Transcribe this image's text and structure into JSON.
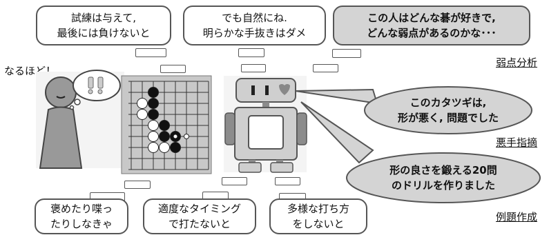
{
  "top_bubbles": [
    {
      "lines": [
        "試練は与えて,",
        "最後には負けないと"
      ]
    },
    {
      "lines": [
        "でも自然にね.",
        "明らかな手抜きはダメ"
      ]
    },
    {
      "lines": [
        "この人はどんな碁が好きで,",
        "どんな弱点があるのかな･･･"
      ]
    }
  ],
  "bottom_bubbles": [
    {
      "lines": [
        "褒めたり喋っ",
        "たりしなきゃ"
      ]
    },
    {
      "lines": [
        "適度なタイミング",
        "で打たないと"
      ]
    },
    {
      "lines": [
        "多様な打ち方",
        "をしないと"
      ]
    }
  ],
  "ellipses": [
    {
      "lines": [
        "このカタツギは,",
        "形が悪く, 問題でした"
      ]
    },
    {
      "lines": [
        "形の良さを鍛える20問",
        "のドリルを作りました"
      ]
    }
  ],
  "labels": {
    "weakness_analysis": "弱点分析",
    "bad_move": "悪手指摘",
    "example_problems": "例題作成",
    "exclamation": "なるほど！"
  },
  "colors": {
    "bubble_gray": "#d4d4d4",
    "human": "#999999",
    "robot_light": "#cfcfcf",
    "robot_dark": "#8c8c8c"
  }
}
